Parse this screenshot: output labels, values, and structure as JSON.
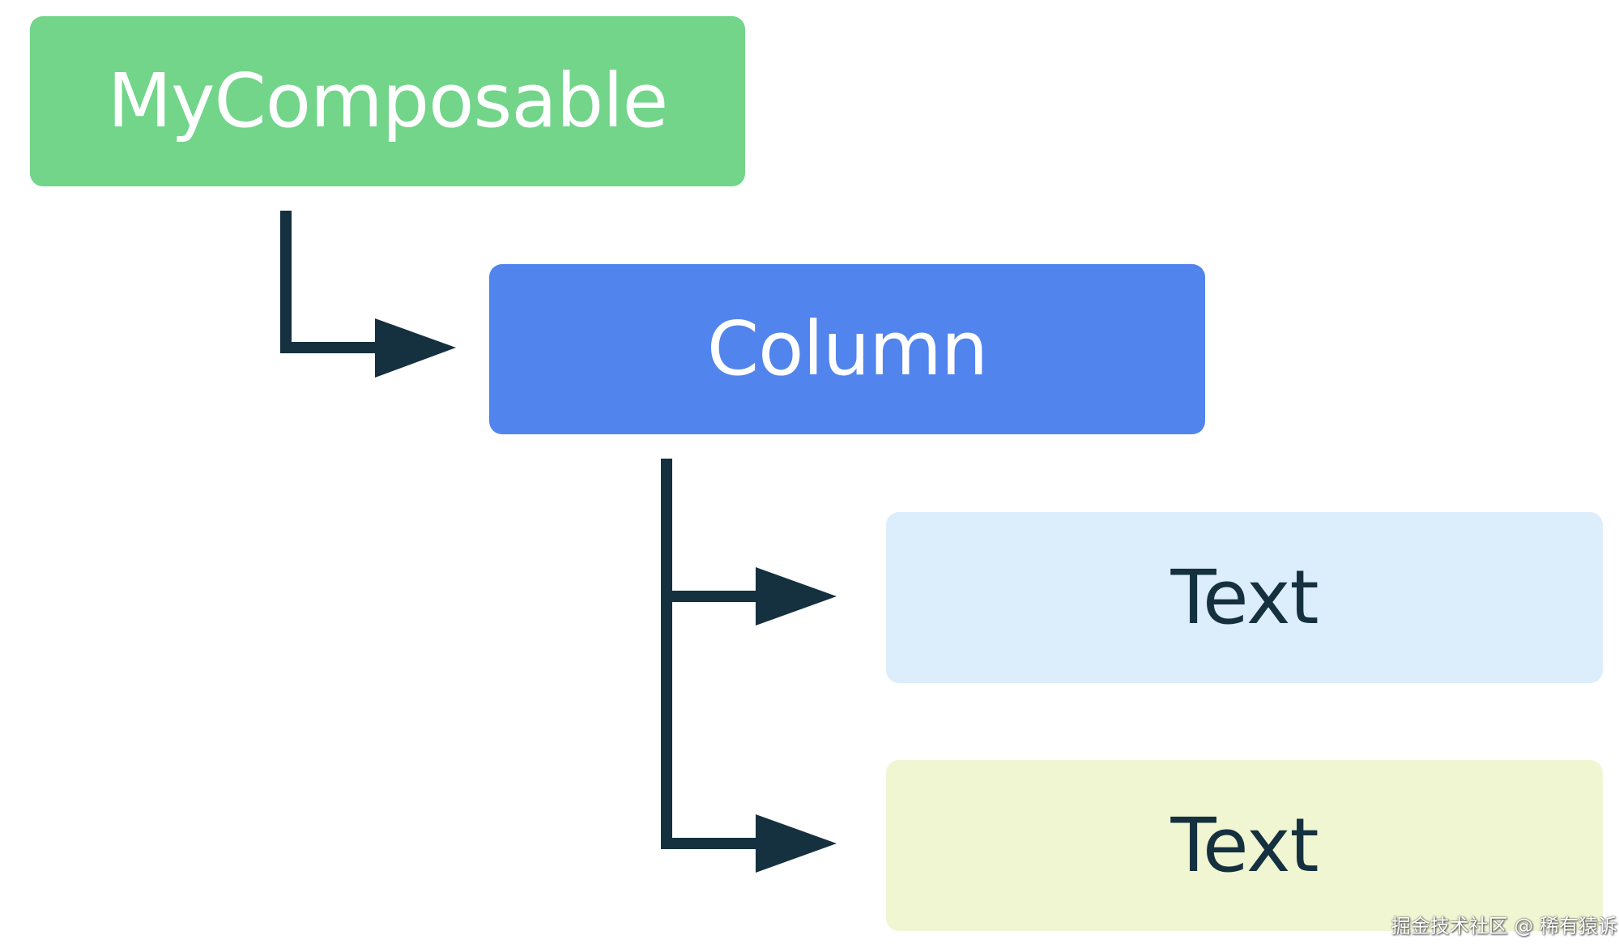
{
  "diagram": {
    "nodes": [
      {
        "label": "MyComposable",
        "color": "#72d58a"
      },
      {
        "label": "Column",
        "color": "#5184ec"
      },
      {
        "label": "Text",
        "color": "#dcedfb"
      },
      {
        "label": "Text",
        "color": "#f0f6d2"
      }
    ],
    "edges": [
      {
        "from": "MyComposable",
        "to": "Column"
      },
      {
        "from": "Column",
        "to": "Text"
      },
      {
        "from": "Column",
        "to": "Text"
      }
    ],
    "connector_color": "#15303f"
  },
  "watermark": {
    "text": "掘金技术社区 @ 稀有猿诉"
  }
}
